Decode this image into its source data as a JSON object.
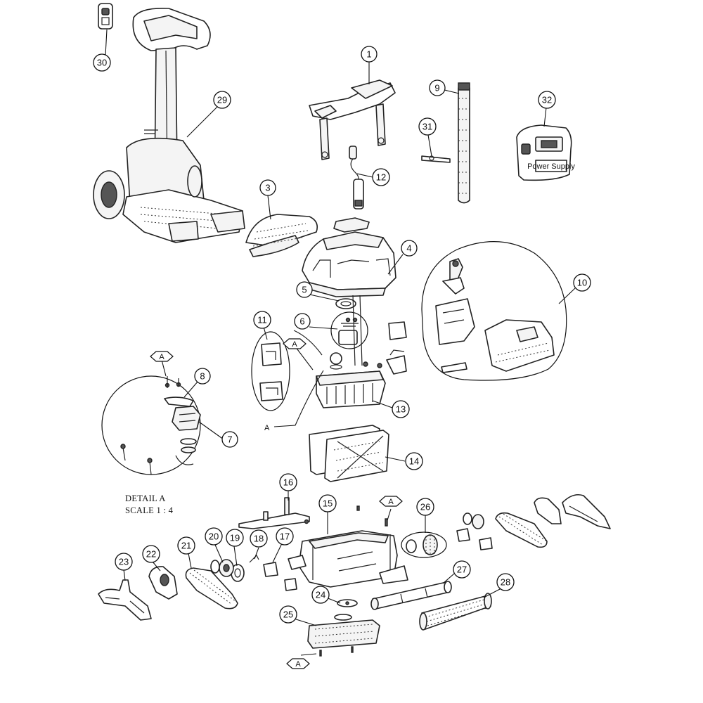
{
  "callouts": [
    {
      "id": "p1",
      "label": "1"
    },
    {
      "id": "p3",
      "label": "3"
    },
    {
      "id": "p4",
      "label": "4"
    },
    {
      "id": "p5",
      "label": "5"
    },
    {
      "id": "p6",
      "label": "6"
    },
    {
      "id": "p7",
      "label": "7"
    },
    {
      "id": "p8",
      "label": "8"
    },
    {
      "id": "p9",
      "label": "9"
    },
    {
      "id": "p10",
      "label": "10"
    },
    {
      "id": "p11",
      "label": "11"
    },
    {
      "id": "p12",
      "label": "12"
    },
    {
      "id": "p13",
      "label": "13"
    },
    {
      "id": "p14",
      "label": "14"
    },
    {
      "id": "p15",
      "label": "15"
    },
    {
      "id": "p16",
      "label": "16"
    },
    {
      "id": "p17",
      "label": "17"
    },
    {
      "id": "p18",
      "label": "18"
    },
    {
      "id": "p19",
      "label": "19"
    },
    {
      "id": "p20",
      "label": "20"
    },
    {
      "id": "p21",
      "label": "21"
    },
    {
      "id": "p22",
      "label": "22"
    },
    {
      "id": "p23",
      "label": "23"
    },
    {
      "id": "p24",
      "label": "24"
    },
    {
      "id": "p25",
      "label": "25"
    },
    {
      "id": "p26",
      "label": "26"
    },
    {
      "id": "p27",
      "label": "27"
    },
    {
      "id": "p28",
      "label": "28"
    },
    {
      "id": "p29",
      "label": "29"
    },
    {
      "id": "p30",
      "label": "30"
    },
    {
      "id": "p31",
      "label": "31"
    },
    {
      "id": "p32",
      "label": "32"
    }
  ],
  "markers": {
    "hex_label": "A",
    "leader_label": "A"
  },
  "detail": {
    "title": "DETAIL A",
    "scale": "SCALE 1 : 4"
  },
  "power_supply_label": "Power Supply"
}
